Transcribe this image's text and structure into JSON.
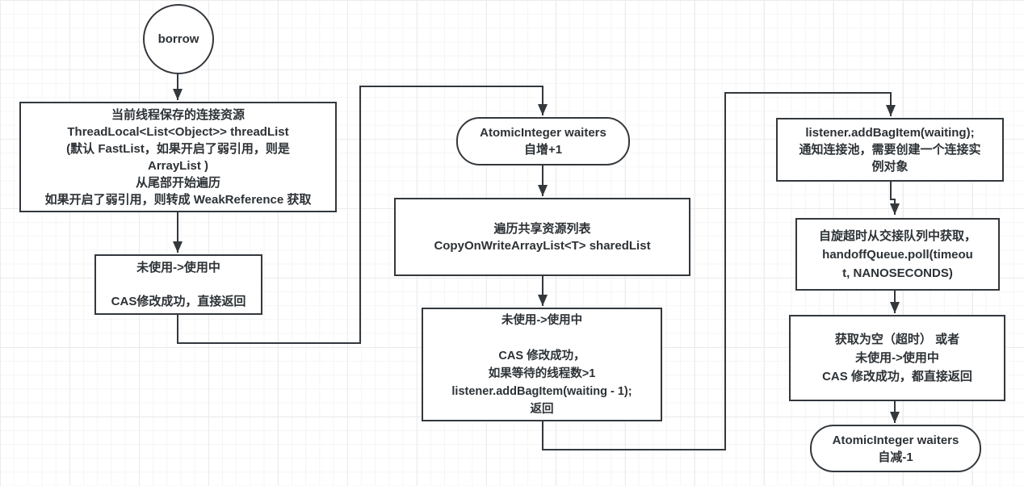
{
  "diagram": {
    "colors": {
      "stroke": "#33383d",
      "node_fill": "#ffffff",
      "text": "#2d3236",
      "grid_minor": "#f5f5f5",
      "grid_major": "#ececec",
      "background": "#ffffff"
    },
    "nodes": {
      "start": {
        "shape": "ellipse",
        "label": "borrow"
      },
      "thread_local": {
        "shape": "rect",
        "label": "当前线程保存的连接资源\nThreadLocal<List<Object>> threadList\n(默认 FastList，如果开启了弱引用，则是\nArrayList )\n从尾部开始遍历\n如果开启了弱引用，则转成 WeakReference 获取"
      },
      "cas_direct_return": {
        "shape": "rect",
        "label": "未使用->使用中\n\nCAS修改成功，直接返回"
      },
      "waiters_increment": {
        "shape": "rounded",
        "label": "AtomicInteger waiters\n自增+1"
      },
      "shared_list": {
        "shape": "rect",
        "label": "遍历共享资源列表\nCopyOnWriteArrayList<T> sharedList"
      },
      "cas_waiting_return": {
        "shape": "rect",
        "label": "未使用->使用中\n\nCAS 修改成功，\n如果等待的线程数>1\nlistener.addBagItem(waiting - 1);\n返回"
      },
      "listener_add": {
        "shape": "rect",
        "label": "listener.addBagItem(waiting);\n通知连接池，需要创建一个连接实\n例对象"
      },
      "handoff_poll": {
        "shape": "rect",
        "label": "自旋超时从交接队列中获取，\nhandoffQueue.poll(timeou\nt, NANOSECONDS)"
      },
      "timeout_return": {
        "shape": "rect",
        "label": "获取为空（超时） 或者\n未使用->使用中\nCAS 修改成功，都直接返回"
      },
      "waiters_decrement": {
        "shape": "rounded",
        "label": "AtomicInteger waiters\n自减-1"
      }
    },
    "edges": [
      {
        "from": "start",
        "to": "thread_local"
      },
      {
        "from": "thread_local",
        "to": "cas_direct_return"
      },
      {
        "from": "cas_direct_return",
        "to": "waiters_increment"
      },
      {
        "from": "waiters_increment",
        "to": "shared_list"
      },
      {
        "from": "shared_list",
        "to": "cas_waiting_return"
      },
      {
        "from": "cas_waiting_return",
        "to": "listener_add"
      },
      {
        "from": "listener_add",
        "to": "handoff_poll"
      },
      {
        "from": "handoff_poll",
        "to": "timeout_return"
      },
      {
        "from": "timeout_return",
        "to": "waiters_decrement"
      }
    ]
  }
}
